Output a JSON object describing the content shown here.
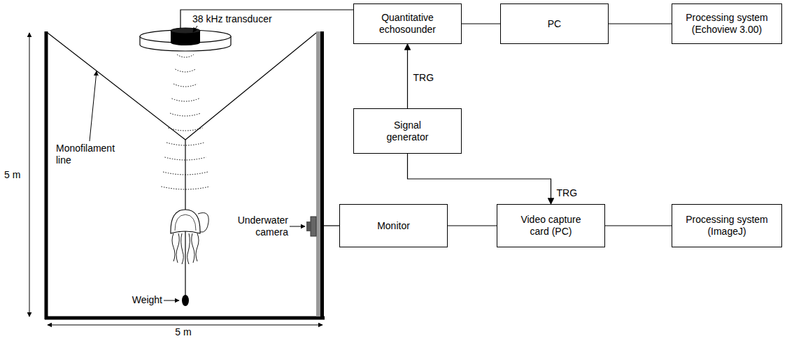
{
  "diagram": {
    "nodes": [
      {
        "text": [
          "Quantitative echosounder"
        ]
      },
      {
        "text": [
          "PC"
        ]
      },
      {
        "text": [
          "Processing system (Echoview 3.00)"
        ]
      },
      {
        "text": [
          "Signal generator"
        ]
      },
      {
        "text": [
          "Monitor"
        ]
      },
      {
        "text": [
          "Video capture card (PC)"
        ]
      },
      {
        "text": [
          "Processing system (ImageJ)"
        ]
      }
    ],
    "edges": [
      {
        "from": 0,
        "to": 1,
        "arrow": "none"
      },
      {
        "from": 1,
        "to": 2,
        "arrow": "none"
      },
      {
        "from": 3,
        "to": 0,
        "label": "TRG",
        "arrow": "to"
      },
      {
        "from": 3,
        "to": 5,
        "label": "TRG",
        "arrow": "to"
      },
      {
        "from": 4,
        "to": 5,
        "arrow": "none"
      },
      {
        "from": 5,
        "to": 6,
        "arrow": "none"
      }
    ],
    "labels": [
      "38 kHz transducer",
      "Monofilament line",
      "Underwater camera",
      "Weight",
      "5 m",
      "5 m"
    ]
  }
}
